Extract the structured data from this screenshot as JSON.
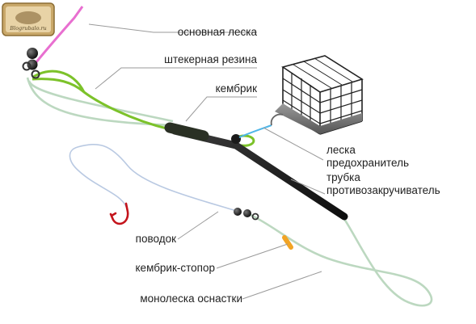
{
  "watermark": {
    "text": "Blogrubalo.ru"
  },
  "labels": {
    "main_line": "основная леска",
    "shock_rubber": "штекерная резина",
    "cambric": "кембрик",
    "safety_line_1": "леска",
    "safety_line_2": "предохранитель",
    "anti_tangle_tube_1": "трубка",
    "anti_tangle_tube_2": "противозакручиватель",
    "leader": "поводок",
    "stopper": "кембрик-стопор",
    "mono_rig": "монолеска оснастки"
  },
  "colors": {
    "main_line": "#e86fd0",
    "shock_rubber": "#7cc22a",
    "mono_rig": "#bcd8c0",
    "leader_line": "#b9c9e2",
    "safety_line": "#4fb6e8",
    "tube": "#1d1d1d",
    "cambric": "#2a3024",
    "feeder_cage": "#222222",
    "feeder_weight": "#7a7a7a",
    "stopper": "#f2a424",
    "hook": "#c4141c",
    "leader_lines": "#9a9a9a"
  }
}
